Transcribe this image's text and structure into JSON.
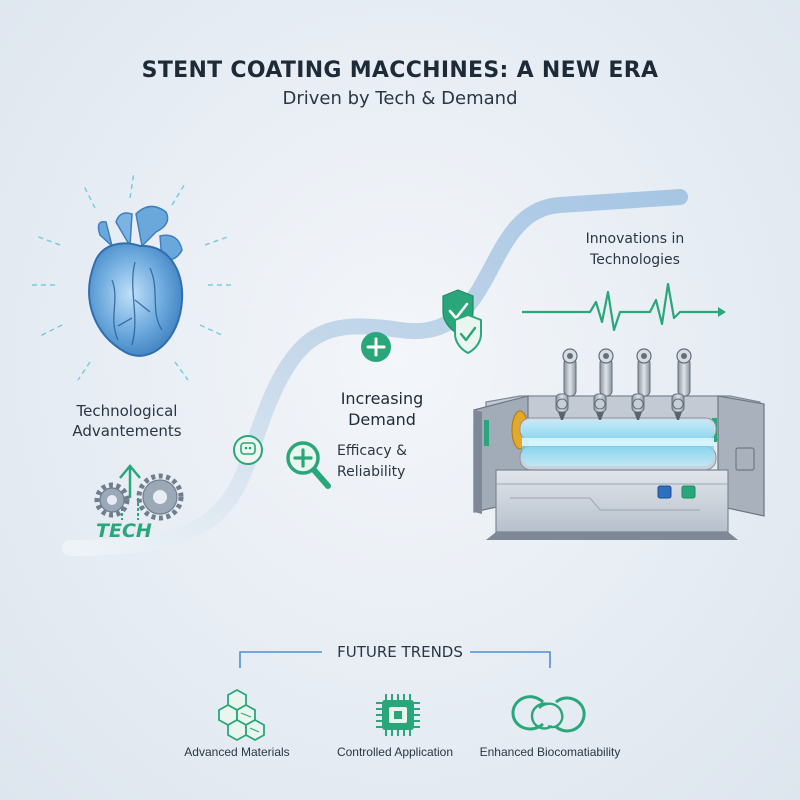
{
  "header": {
    "title": "STENT COATING MACCHINES: A NEW ERA",
    "subtitle": "Driven by Tech & Demand"
  },
  "flow": {
    "technological_advancements": "Technological Advantements",
    "innovations": "Innovations in Technologies",
    "increasing_demand": "Increasing Demand",
    "efficacy": "Efficacy & Reliability",
    "tech_badge": "TECH"
  },
  "future_trends": {
    "heading": "FUTURE TRENDS",
    "items": [
      {
        "label": "Advanced Materials",
        "icon": "hexagon-cluster-icon"
      },
      {
        "label": "Controlled Application",
        "icon": "microchip-icon"
      },
      {
        "label": "Enhanced Biocomatiability",
        "icon": "interlinked-rings-icon"
      }
    ]
  },
  "colors": {
    "accent_green": "#2aa77a",
    "heart_blue": "#4f8fd0",
    "ribbon_blue": "#a8c8e6",
    "machine_gray": "#8b95a3",
    "beam_cyan": "#6fd4f2"
  }
}
